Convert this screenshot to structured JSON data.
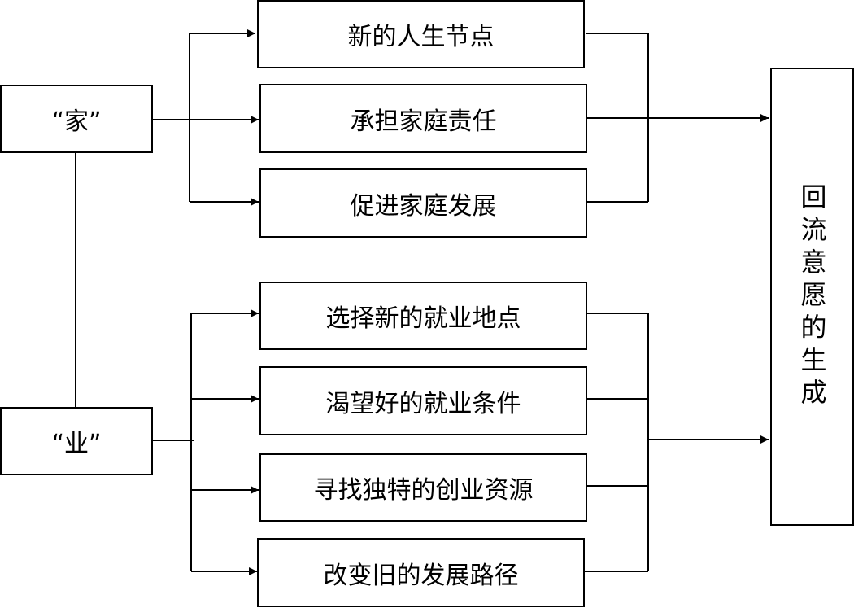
{
  "sources": {
    "home": "“家”",
    "career": "“业”"
  },
  "home_factors": [
    "新的人生节点",
    "承担家庭责任",
    "促进家庭发展"
  ],
  "career_factors": [
    "选择新的就业地点",
    "渴望好的就业条件",
    "寻找独特的创业资源",
    "改变旧的发展路径"
  ],
  "result": "回流意愿的生成",
  "colors": {
    "line": "#000000",
    "background": "#ffffff"
  }
}
